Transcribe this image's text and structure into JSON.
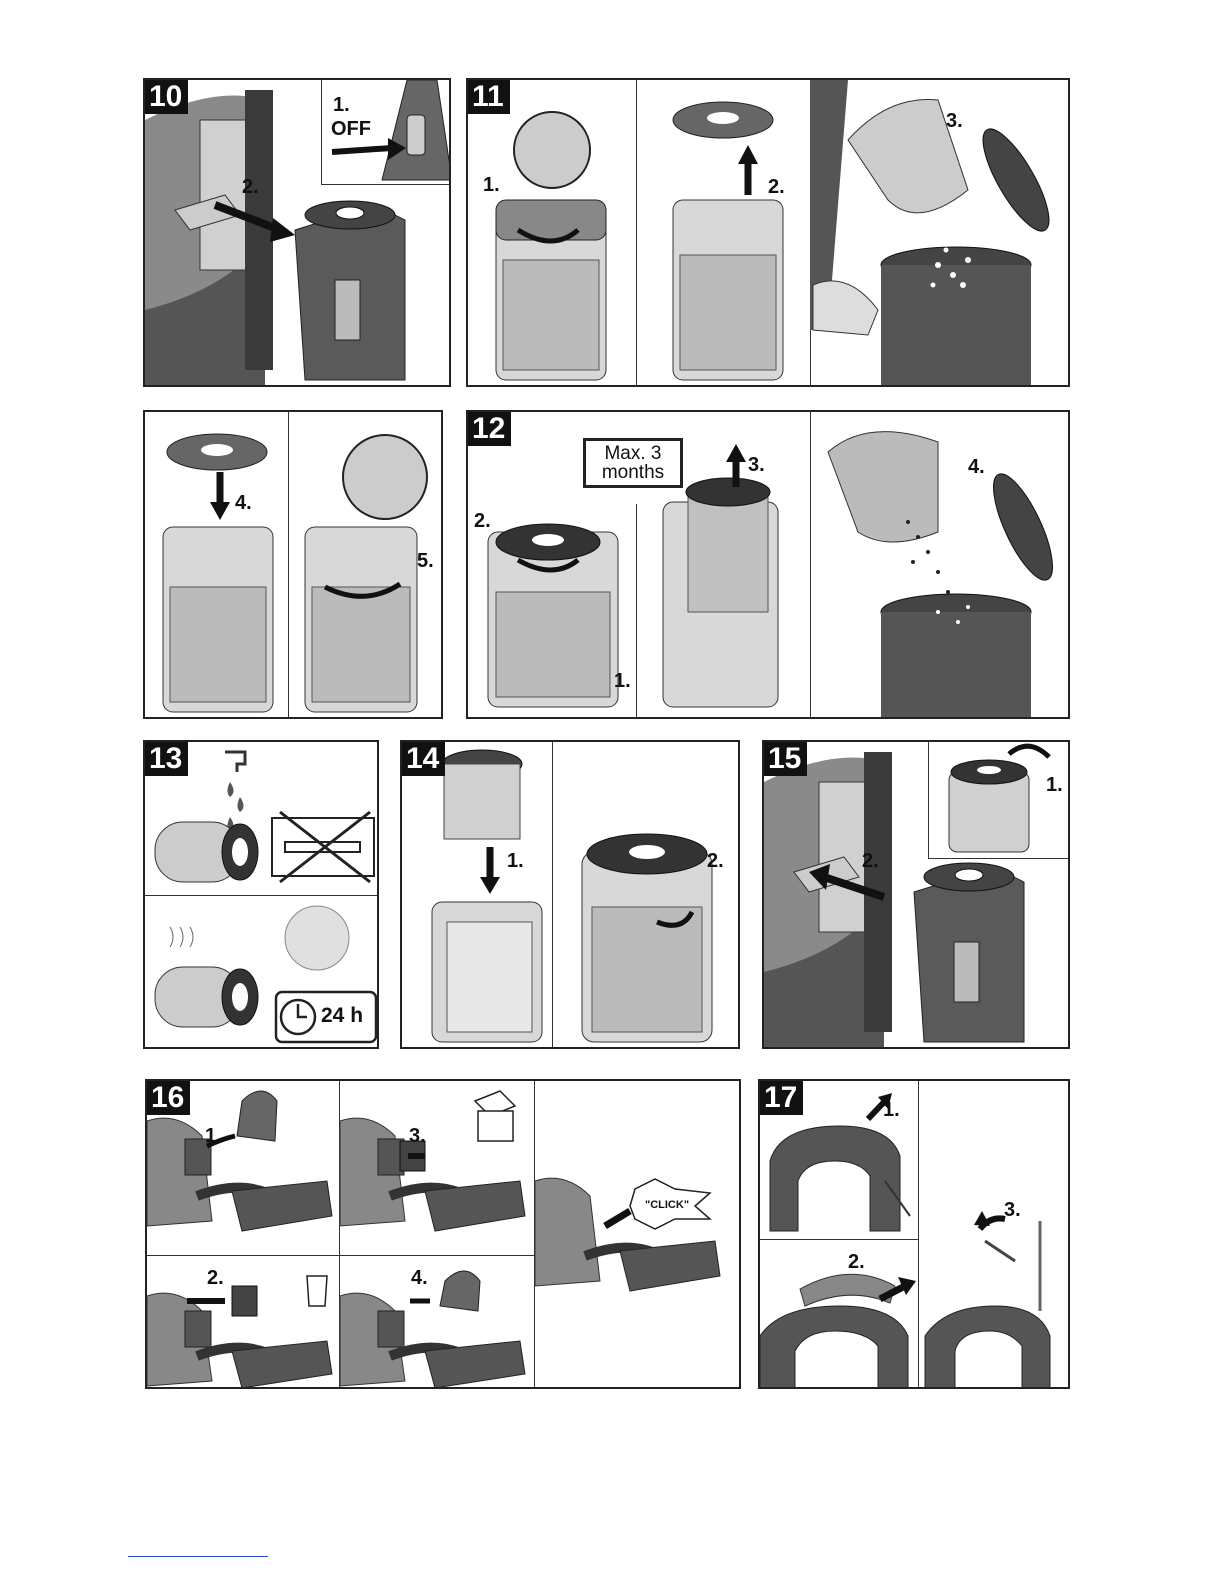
{
  "panels": [
    {
      "number": "10",
      "steps": [
        "1.",
        "OFF",
        "2."
      ]
    },
    {
      "number": "11",
      "steps": [
        "1.",
        "2.",
        "3."
      ]
    },
    {
      "number": "",
      "steps": [
        "4.",
        "5."
      ]
    },
    {
      "number": "12",
      "steps": [
        "2.",
        "3.",
        "1.",
        "4."
      ],
      "calendar_line1": "Max. 3",
      "calendar_line2": "months"
    },
    {
      "number": "13",
      "duration": "24 h"
    },
    {
      "number": "14",
      "steps": [
        "1.",
        "2."
      ]
    },
    {
      "number": "15",
      "steps": [
        "1.",
        "2."
      ]
    },
    {
      "number": "16",
      "steps": [
        "1.",
        "3.",
        "2.",
        "4."
      ],
      "click_text": "\"CLICK\""
    },
    {
      "number": "17",
      "steps": [
        "1.",
        "2.",
        "3."
      ]
    }
  ],
  "icons": [
    "filter-icon",
    "arrow-icon",
    "bin-icon",
    "tap-icon",
    "brush-prohibited-icon",
    "sun-icon",
    "clock-icon",
    "box-icon",
    "calendar-icon"
  ],
  "colors": {
    "line": "#222222",
    "dark_gray": "#4a4a4a",
    "mid_gray": "#8c8c8c",
    "light_gray": "#c8c8c8"
  }
}
